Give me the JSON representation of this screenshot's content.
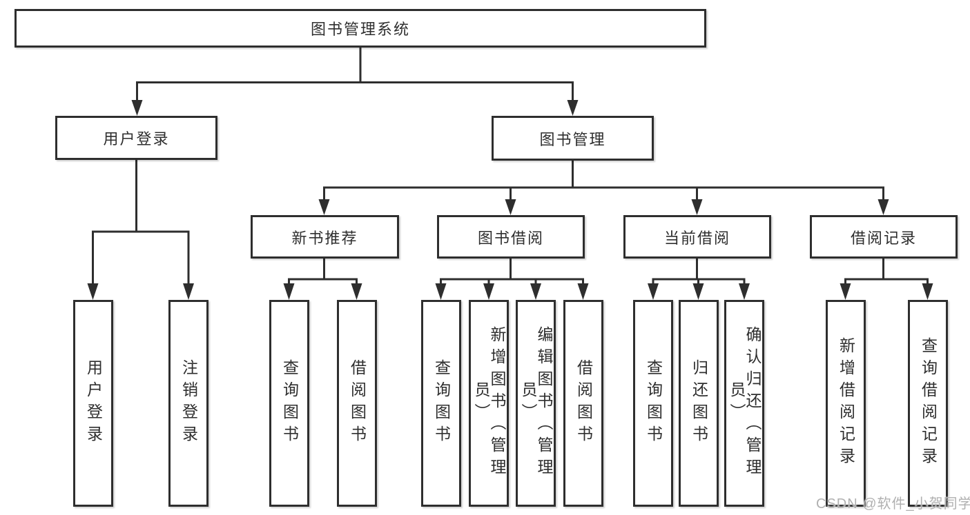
{
  "tree": {
    "root": {
      "label": "图书管理系统"
    },
    "branches": [
      {
        "label": "用户登录",
        "leaves": [
          {
            "label": "用户登录"
          },
          {
            "label": "注销登录"
          }
        ]
      },
      {
        "label": "图书管理",
        "groups": [
          {
            "label": "新书推荐",
            "leaves": [
              {
                "label": "查询图书"
              },
              {
                "label": "借阅图书"
              }
            ]
          },
          {
            "label": "图书借阅",
            "leaves": [
              {
                "label": "查询图书"
              },
              {
                "label": "新增图书（管理员）"
              },
              {
                "label": "编辑图书（管理员）"
              },
              {
                "label": "借阅图书"
              }
            ]
          },
          {
            "label": "当前借阅",
            "leaves": [
              {
                "label": "查询图书"
              },
              {
                "label": "归还图书"
              },
              {
                "label": "确认归还（管理员）"
              }
            ]
          },
          {
            "label": "借阅记录",
            "leaves": [
              {
                "label": "新增借阅记录"
              },
              {
                "label": "查询借阅记录"
              }
            ]
          }
        ]
      }
    ]
  },
  "watermark": "CSDN @软件_小贺同学",
  "colors": {
    "line": "#2e2e2e",
    "text": "#2e2e2e",
    "background": "#ffffff",
    "watermark": "#b0b0b0"
  }
}
